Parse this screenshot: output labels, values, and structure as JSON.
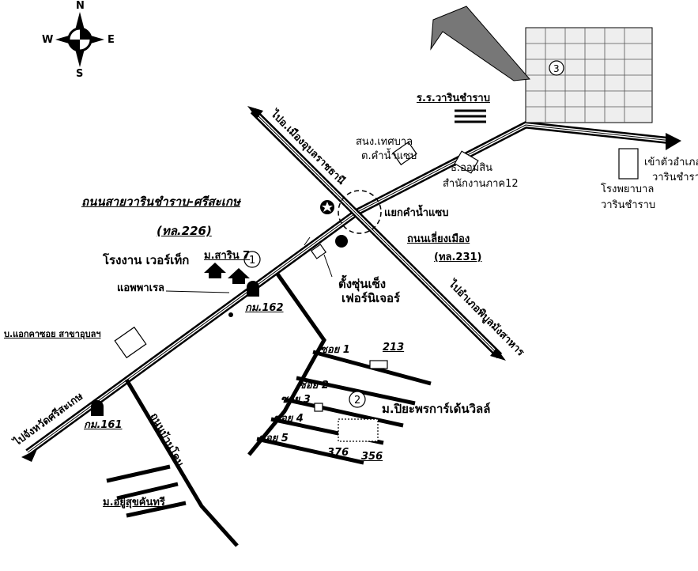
{
  "compass": {
    "n": "N",
    "s": "S",
    "e": "E",
    "w": "W"
  },
  "labels": {
    "main_road_name": "ถนนสายวารินชำราบ-ศรีสะเกษ",
    "main_road_code": "(ทล.226)",
    "school": "ร.ร.วารินชำราบ",
    "junction": "แยกคำน้ำแซบ",
    "road_liang_mueang": "ถนนเลี่ยงเมือง",
    "road_231": "(ทล.231)",
    "municipality_1": "สนง.เทศบาล",
    "municipality_2": "ต.คำน้ำแซบ",
    "bank_1": "ธ.ออมสิน",
    "bank_2": "สำนักงานภาค12",
    "hospital_1": "โรงพยาบาล",
    "hospital_2": "วารินชำราบ",
    "to_city_1": "เข้าตัวอำเภอ",
    "to_city_2": "วารินชำราบ",
    "to_ubon": "ไปอ.เมืองอุบลราชธานี",
    "to_phibun": "ไปอำเภอพิบูลมังสาหาร",
    "to_sisaket": "ไปจังหวัดศรีสะเกษ",
    "factory": "โรงงาน เวอร์เท็ก",
    "village_sarin": "ม.สาริน 7",
    "apple_parcel": "แอพพาเรล",
    "furniture_1": "ตั้งซุ่นเซ็ง",
    "furniture_2": "เฟอร์นิเจอร์",
    "km162": "กม.162",
    "km161": "กม.161",
    "bank_ubon": "บ.แอกคาซอย สาขาอุบลฯ",
    "soi1": "ซอย 1",
    "soi2": "ซอย 2",
    "soi3": "ซอย 3",
    "soi4": "ซอย 4",
    "soi5": "ซอย 5",
    "n213": "213",
    "n376": "376",
    "n356": "356",
    "village_piya": "ม.ปิยะพรการ์เด้นวิลล์",
    "road_ban_khon": "ถนนบ้านโคน",
    "village_ubon": "ม.อยู่สุขคันทรี",
    "marker1": "1",
    "marker2": "2",
    "marker3": "3"
  }
}
